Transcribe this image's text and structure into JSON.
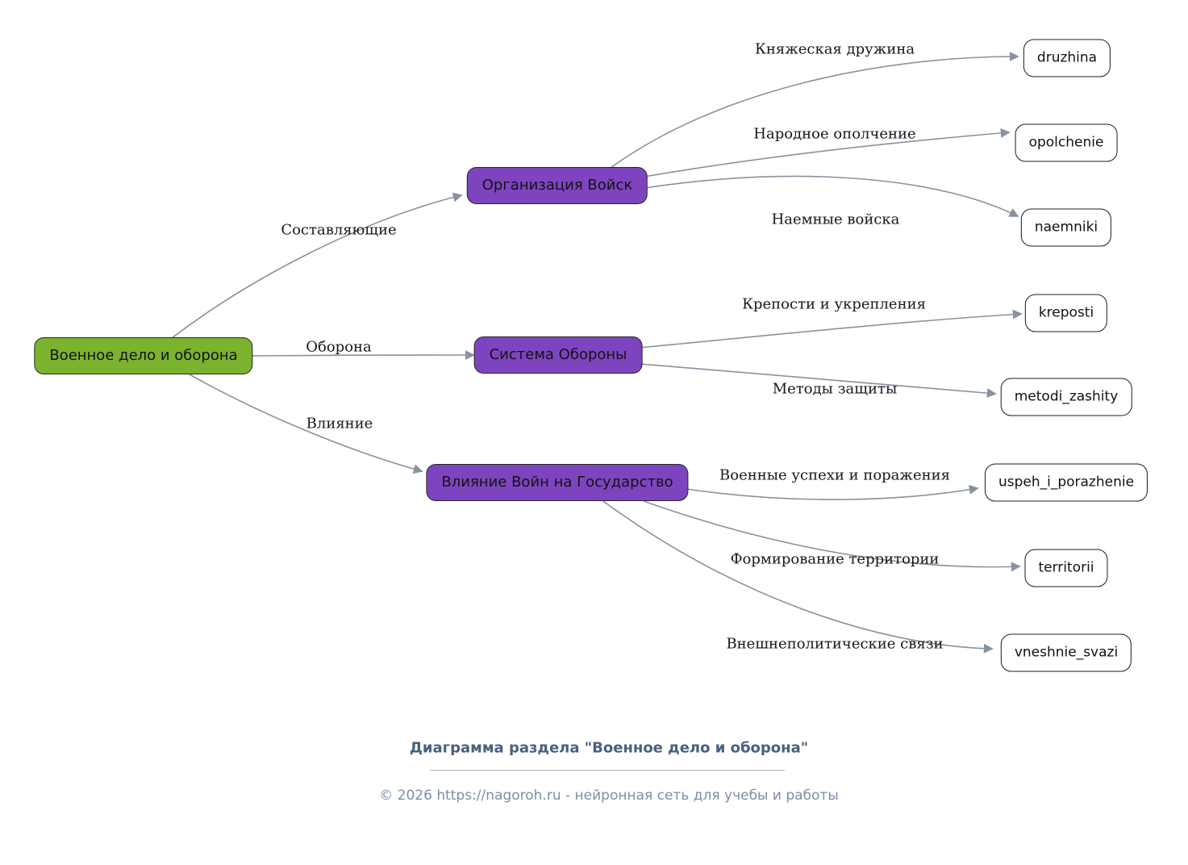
{
  "diagram": {
    "root": {
      "label": "Военное дело и оборона"
    },
    "branches": [
      {
        "label": "Организация Войск",
        "edge_label": "Составляющие",
        "children": [
          {
            "label": "druzhina",
            "edge_label": "Княжеская дружина"
          },
          {
            "label": "opolchenie",
            "edge_label": "Народное ополчение"
          },
          {
            "label": "naemniki",
            "edge_label": "Наемные войска"
          }
        ]
      },
      {
        "label": "Система Обороны",
        "edge_label": "Оборона",
        "children": [
          {
            "label": "kreposti",
            "edge_label": "Крепости и укрепления"
          },
          {
            "label": "metodi_zashity",
            "edge_label": "Методы защиты"
          }
        ]
      },
      {
        "label": "Влияние Войн на Государство",
        "edge_label": "Влияние",
        "children": [
          {
            "label": "uspeh_i_porazhenie",
            "edge_label": "Военные успехи и поражения"
          },
          {
            "label": "territorii",
            "edge_label": "Формирование территории"
          },
          {
            "label": "vneshnie_svazi",
            "edge_label": "Внешнеполитические связи"
          }
        ]
      }
    ]
  },
  "colors": {
    "root_fill": "#7cb32e",
    "branch_fill": "#7e44c0",
    "leaf_fill": "#ffffff",
    "node_border": "#1c1c1c",
    "edge_stroke": "#8792a0",
    "footer_title": "#47617e",
    "footer_copyright": "#7e8ea6",
    "background": "#ffffff"
  },
  "footer": {
    "title": "Диаграмма раздела \"Военное дело и оборона\"",
    "copyright": "© 2026 https://nagoroh.ru - нейронная сеть для учебы и работы"
  }
}
